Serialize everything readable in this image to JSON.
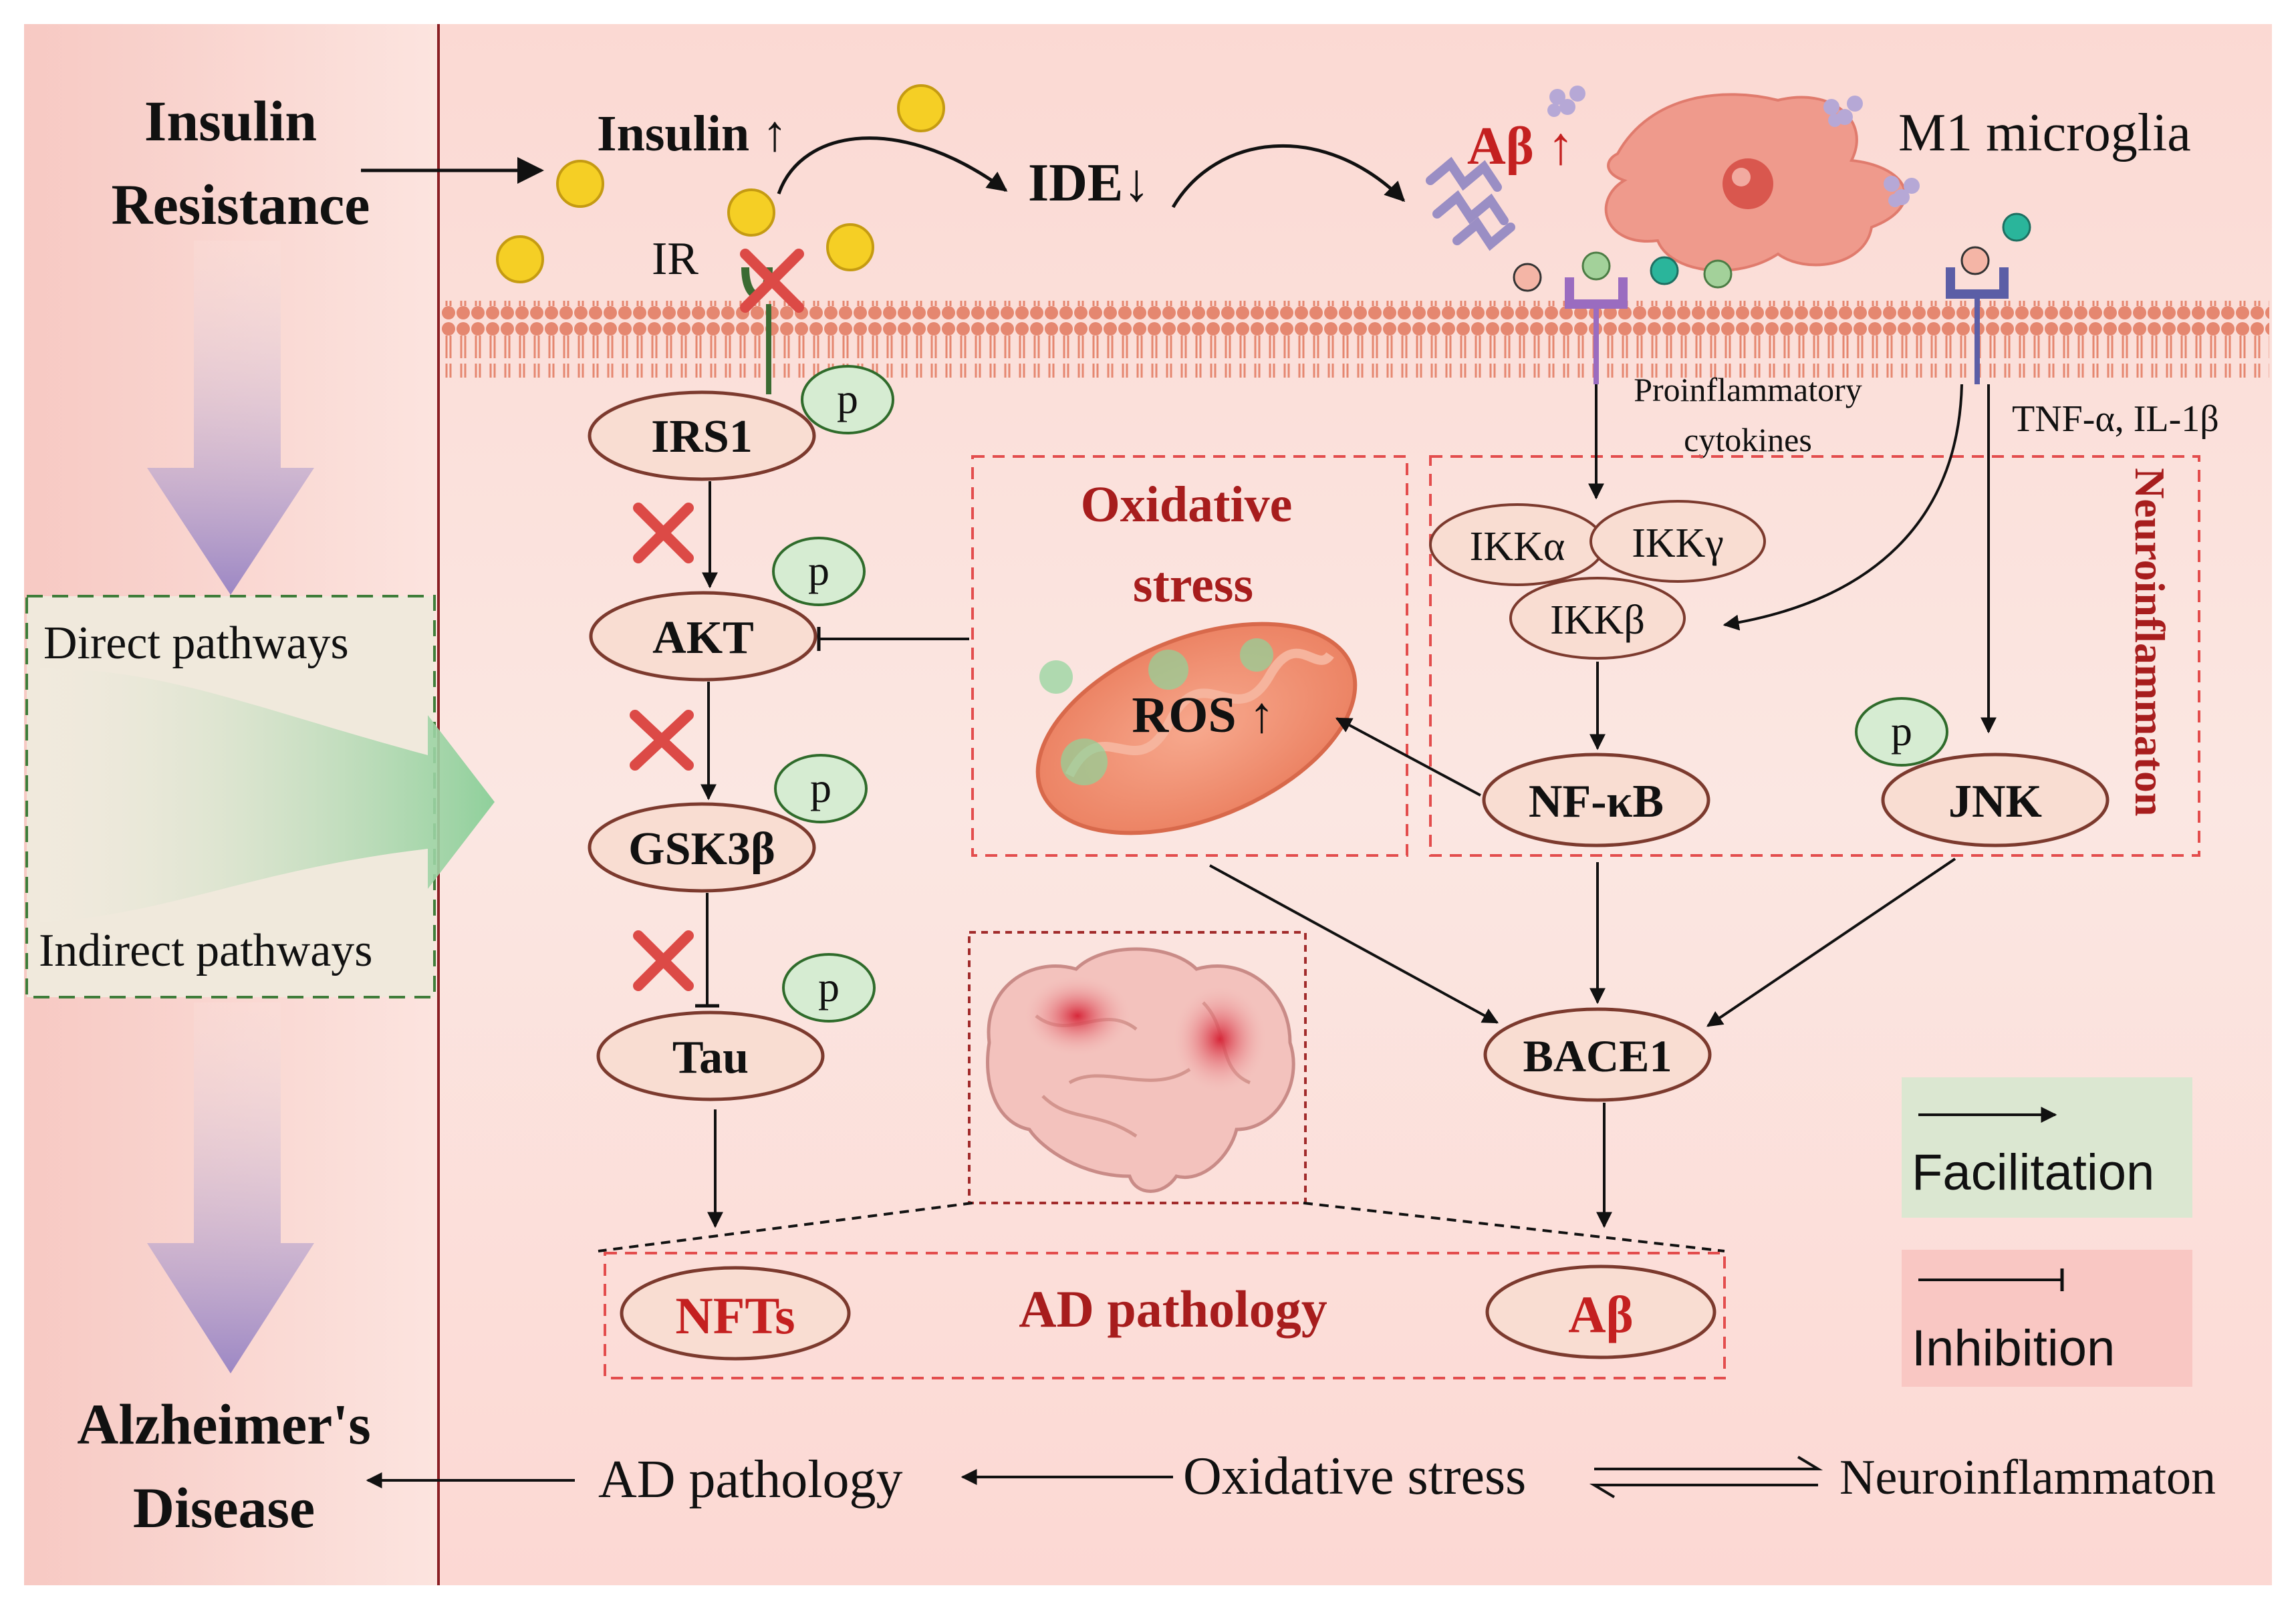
{
  "left_panel": {
    "title_top_line1": "Insulin",
    "title_top_line2": "Resistance",
    "direct": "Direct pathways",
    "indirect": "Indirect pathways",
    "title_bottom_line1": "Alzheimer's",
    "title_bottom_line2": "Disease"
  },
  "top": {
    "insulin": "Insulin ↑",
    "ir": "IR",
    "ide": "IDE↓",
    "abeta_up": "Aβ ↑",
    "microglia": "M1 microglia",
    "proinflammatory_line1": "Proinflammatory",
    "proinflammatory_line2": "cytokines",
    "tnf": "TNF-α, IL-1β"
  },
  "cascade": {
    "irs1": "IRS1",
    "akt": "AKT",
    "gsk3b": "GSK3β",
    "tau": "Tau",
    "p": "p"
  },
  "oxidative": {
    "title_line1": "Oxidative",
    "title_line2": "stress",
    "ros": "ROS ↑"
  },
  "neuroinflammation": {
    "side_label": "Neuroinflammaton",
    "ikka": "IKKα",
    "ikkg": "IKKγ",
    "ikkb": "IKKβ",
    "nfkb": "NF-κB",
    "jnk": "JNK"
  },
  "bace1": "BACE1",
  "ad_box": {
    "nfts": "NFTs",
    "title": "AD pathology",
    "abeta": "Aβ"
  },
  "legend": {
    "facilitation": "Facilitation",
    "inhibition": "Inhibition"
  },
  "bottom_flow": {
    "ad_pathology": "AD pathology",
    "oxidative_stress": "Oxidative stress",
    "neuroinflammaton": "Neuroinflammaton"
  },
  "colors": {
    "background": "#fbe3de",
    "oval_fill": "#f9ddd2",
    "accent_red": "#b51f1f",
    "green_p": "#d6ecd2",
    "purple_arrow": "#9c87c4",
    "membrane": "#e0836b"
  }
}
